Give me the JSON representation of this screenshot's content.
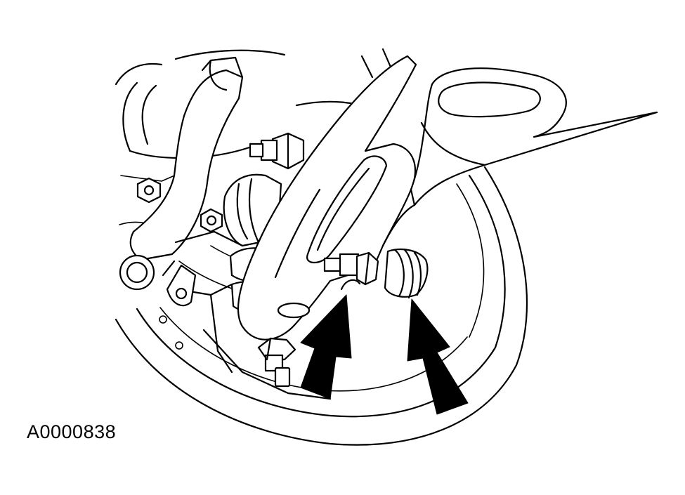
{
  "figure": {
    "id_label": "A0000838"
  },
  "colors": {
    "line": "#000000",
    "background": "#ffffff"
  },
  "callouts": [
    {
      "name": "callout-arrow-left",
      "icon": "arrow-up-icon"
    },
    {
      "name": "callout-arrow-right",
      "icon": "arrow-up-icon"
    }
  ]
}
